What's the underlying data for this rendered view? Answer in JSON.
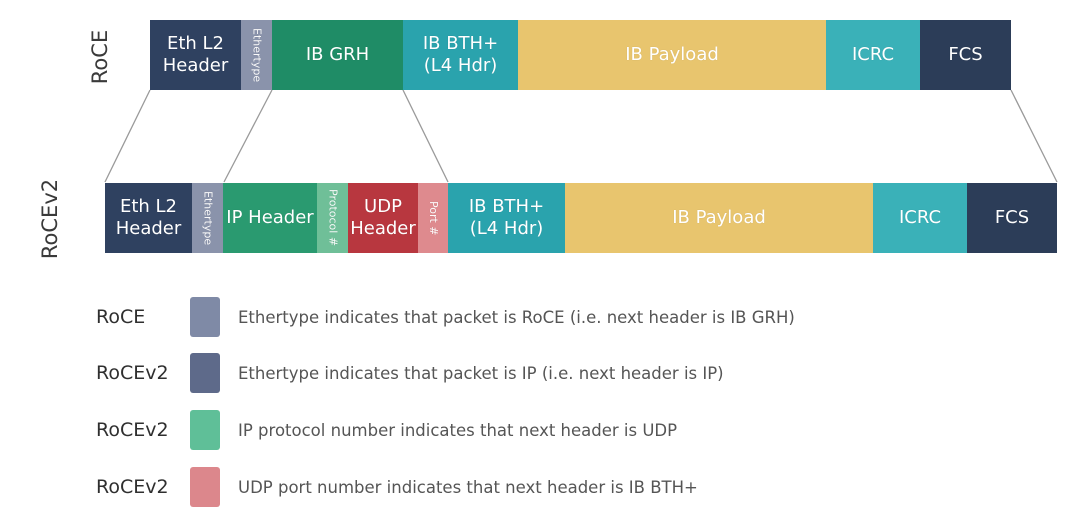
{
  "colors": {
    "eth": "#2f4160",
    "ethertype": "#8a93ab",
    "grh": "#1f8c66",
    "ip_header": "#2a9a70",
    "protocol": "#6fbf98",
    "bth": "#2aa3ad",
    "payload": "#e8c56e",
    "icrc": "#3ab1b8",
    "fcs": "#2c3d58",
    "udp": "#b8373f",
    "port": "#de8a8e",
    "sw_roce": "#7f8aa6",
    "sw_rocev2": "#5e6a8a",
    "sw_green": "#5fbf98",
    "sw_red": "#dc878c"
  },
  "rows": {
    "roce": {
      "label": "RoCE",
      "segments": [
        {
          "label": "Eth L2\nHeader",
          "color": "eth"
        },
        {
          "label": "Ethertype",
          "color": "ethertype",
          "vertical": true
        },
        {
          "label": "IB GRH",
          "color": "grh"
        },
        {
          "label": "IB BTH+\n(L4 Hdr)",
          "color": "bth"
        },
        {
          "label": "IB Payload",
          "color": "payload"
        },
        {
          "label": "ICRC",
          "color": "icrc"
        },
        {
          "label": "FCS",
          "color": "fcs"
        }
      ]
    },
    "rocev2": {
      "label": "RoCEv2",
      "segments": [
        {
          "label": "Eth L2\nHeader",
          "color": "eth"
        },
        {
          "label": "Ethertype",
          "color": "ethertype",
          "vertical": true
        },
        {
          "label": "IP Header",
          "color": "ip_header"
        },
        {
          "label": "Protocol #",
          "color": "protocol",
          "vertical": true
        },
        {
          "label": "UDP\nHeader",
          "color": "udp"
        },
        {
          "label": "Port #",
          "color": "port",
          "vertical": true
        },
        {
          "label": "IB BTH+\n(L4 Hdr)",
          "color": "bth"
        },
        {
          "label": "IB Payload",
          "color": "payload"
        },
        {
          "label": "ICRC",
          "color": "icrc"
        },
        {
          "label": "FCS",
          "color": "fcs"
        }
      ]
    }
  },
  "legend": [
    {
      "name": "RoCE",
      "swatch": "sw_roce",
      "description": "Ethertype indicates that packet is RoCE (i.e. next header is IB GRH)"
    },
    {
      "name": "RoCEv2",
      "swatch": "sw_rocev2",
      "description": "Ethertype indicates that packet is IP (i.e. next header is IP)"
    },
    {
      "name": "RoCEv2",
      "swatch": "sw_green",
      "description": "IP protocol number indicates that next header is UDP"
    },
    {
      "name": "RoCEv2",
      "swatch": "sw_red",
      "description": "UDP port number indicates that next header is IB BTH+"
    }
  ]
}
